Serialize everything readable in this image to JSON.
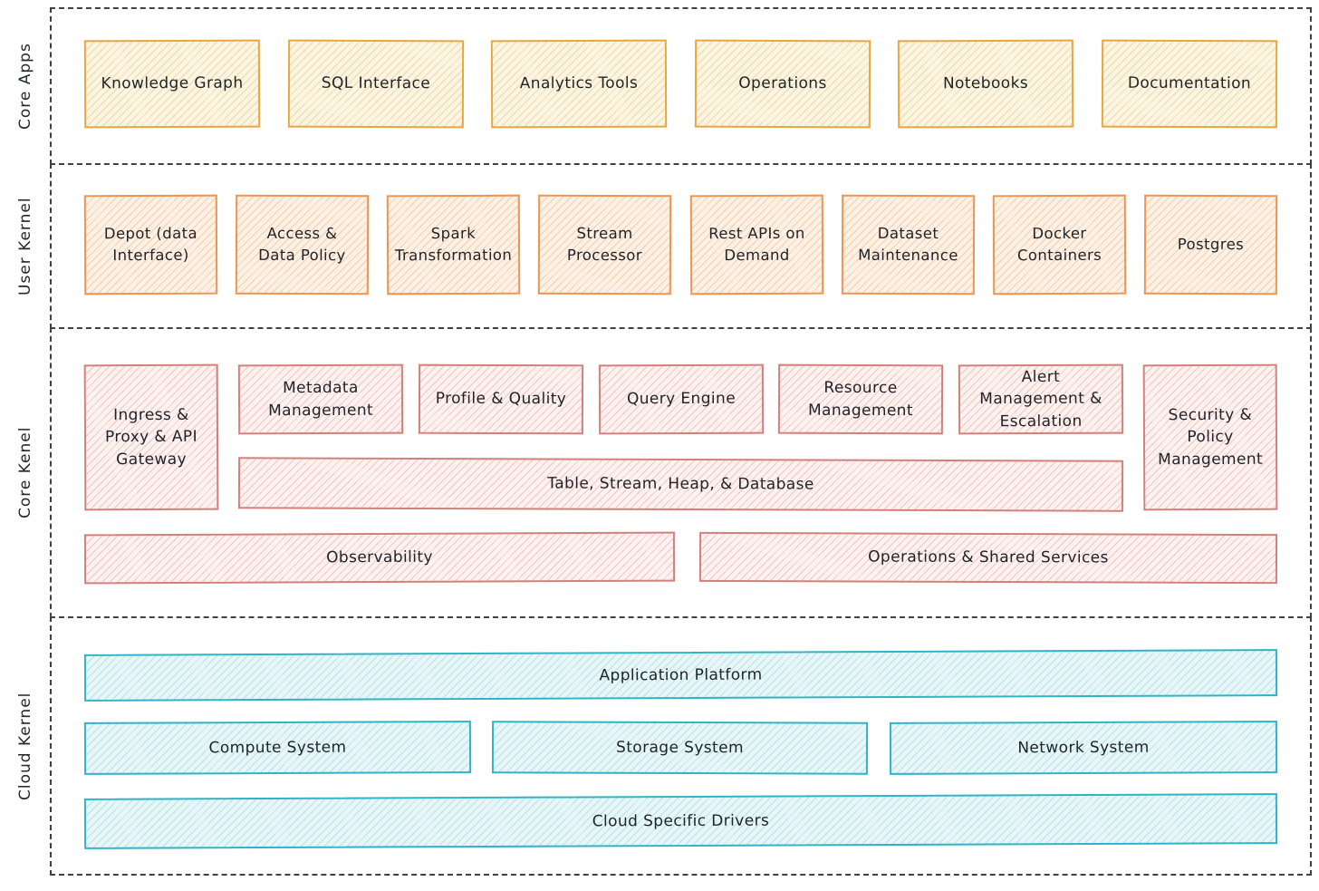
{
  "palette": {
    "core_apps_accent": "#e9a63f",
    "user_kernel_accent": "#ee9350",
    "core_kernel_accent": "#d3807c",
    "cloud_kernel_accent": "#2eb4c7",
    "dashed_border": "#3d4248",
    "text": "#1f2328",
    "background": "#ffffff"
  },
  "sections": [
    {
      "label": "Core Apps",
      "boxes": [
        "Knowledge Graph",
        "SQL Interface",
        "Analytics Tools",
        "Operations",
        "Notebooks",
        "Documentation"
      ]
    },
    {
      "label": "User Kernel",
      "boxes": [
        "Depot (data Interface)",
        "Access & Data Policy",
        "Spark Transformation",
        "Stream Processor",
        "Rest APIs on Demand",
        "Dataset Maintenance",
        "Docker Containers",
        "Postgres"
      ]
    },
    {
      "label": "Core Kenel",
      "left_box": "Ingress & Proxy & API Gateway",
      "top_row": [
        "Metadata Management",
        "Profile & Quality",
        "Query Engine",
        "Resource Management",
        "Alert Management & Escalation"
      ],
      "wide_box": "Table, Stream, Heap, & Database",
      "right_box": "Security & Policy Management",
      "bottom_row": [
        "Observability",
        "Operations & Shared Services"
      ]
    },
    {
      "label": "Cloud Kernel",
      "row1": "Application Platform",
      "row2": [
        "Compute System",
        "Storage System",
        "Network System"
      ],
      "row3": "Cloud Specific Drivers"
    }
  ]
}
